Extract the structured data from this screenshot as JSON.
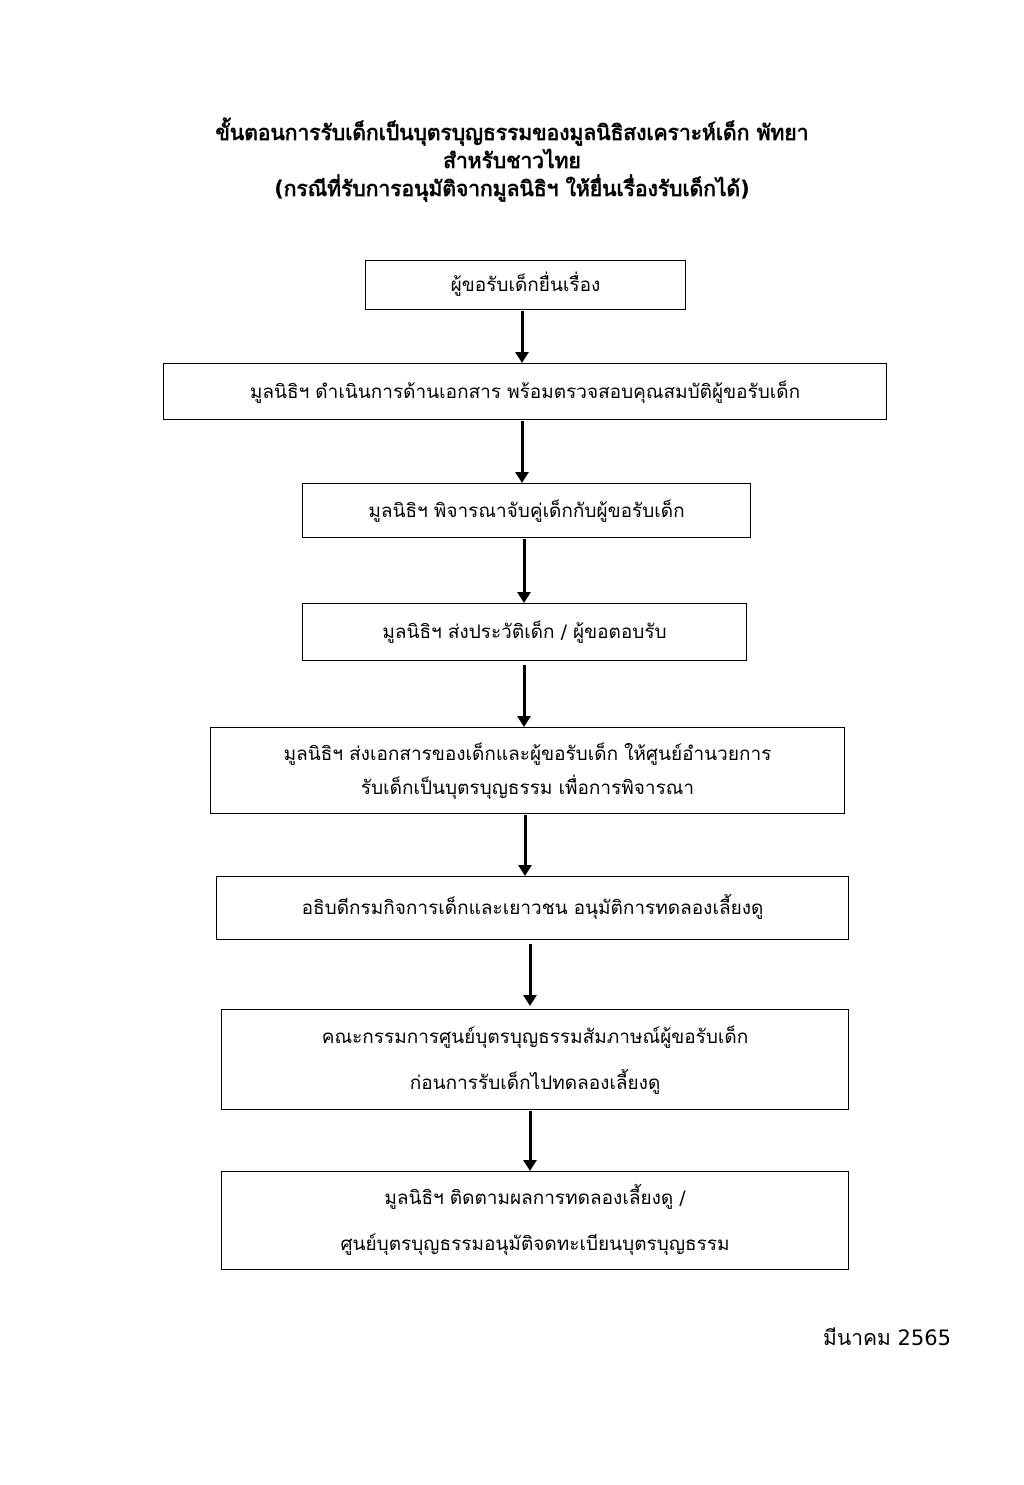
{
  "title": {
    "line1": "ขั้นตอนการรับเด็กเป็นบุตรบุญธรรมของมูลนิธิสงเคราะห์เด็ก พัทยา",
    "line2": "สำหรับชาวไทย",
    "line3": "(กรณีที่รับการอนุมัติจากมูลนิธิฯ ให้ยื่นเรื่องรับเด็กได้)"
  },
  "steps": [
    {
      "lines": [
        "ผู้ขอรับเด็กยื่นเรื่อง"
      ]
    },
    {
      "lines": [
        "มูลนิธิฯ ดำเนินการด้านเอกสาร พร้อมตรวจสอบคุณสมบัติผู้ขอรับเด็ก"
      ]
    },
    {
      "lines": [
        "มูลนิธิฯ พิจารณาจับคู่เด็กกับผู้ขอรับเด็ก"
      ]
    },
    {
      "lines": [
        "มูลนิธิฯ ส่งประวัติเด็ก / ผู้ขอตอบรับ"
      ]
    },
    {
      "lines": [
        "มูลนิธิฯ ส่งเอกสารของเด็กและผู้ขอรับเด็ก ให้ศูนย์อำนวยการ",
        "รับเด็กเป็นบุตรบุญธรรม เพื่อการพิจารณา"
      ]
    },
    {
      "lines": [
        "อธิบดีกรมกิจการเด็กและเยาวชน อนุมัติการทดลองเลี้ยงดู"
      ]
    },
    {
      "lines": [
        "คณะกรรมการศูนย์บุตรบุญธรรมสัมภาษณ์ผู้ขอรับเด็ก",
        "ก่อนการรับเด็กไปทดลองเลี้ยงดู"
      ]
    },
    {
      "lines": [
        "มูลนิธิฯ ติดตามผลการทดลองเลี้ยงดู /",
        "ศูนย์บุตรบุญธรรมอนุมัติจดทะเบียนบุตรบุญธรรม"
      ]
    }
  ],
  "footer": {
    "date": "มีนาคม 2565"
  }
}
